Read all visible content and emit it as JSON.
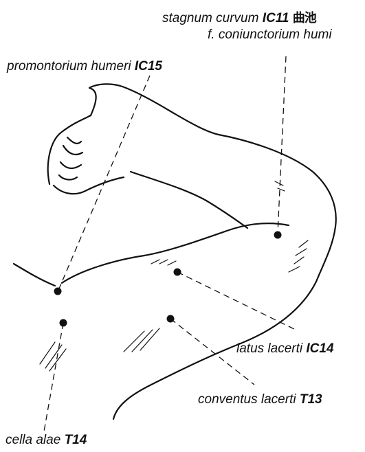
{
  "labels": {
    "stagnum": {
      "name": "stagnum curvum",
      "code": "IC11",
      "glyph": "曲池"
    },
    "coniunctorium": {
      "name": "f. coniunctorium humi",
      "code": ""
    },
    "promontorium": {
      "name": "promontorium humeri",
      "code": "IC15"
    },
    "latus": {
      "name": "latus lacerti",
      "code": "IC14"
    },
    "conventus": {
      "name": "conventus lacerti",
      "code": "T13"
    },
    "cella": {
      "name": "cella alae",
      "code": "T14"
    }
  }
}
